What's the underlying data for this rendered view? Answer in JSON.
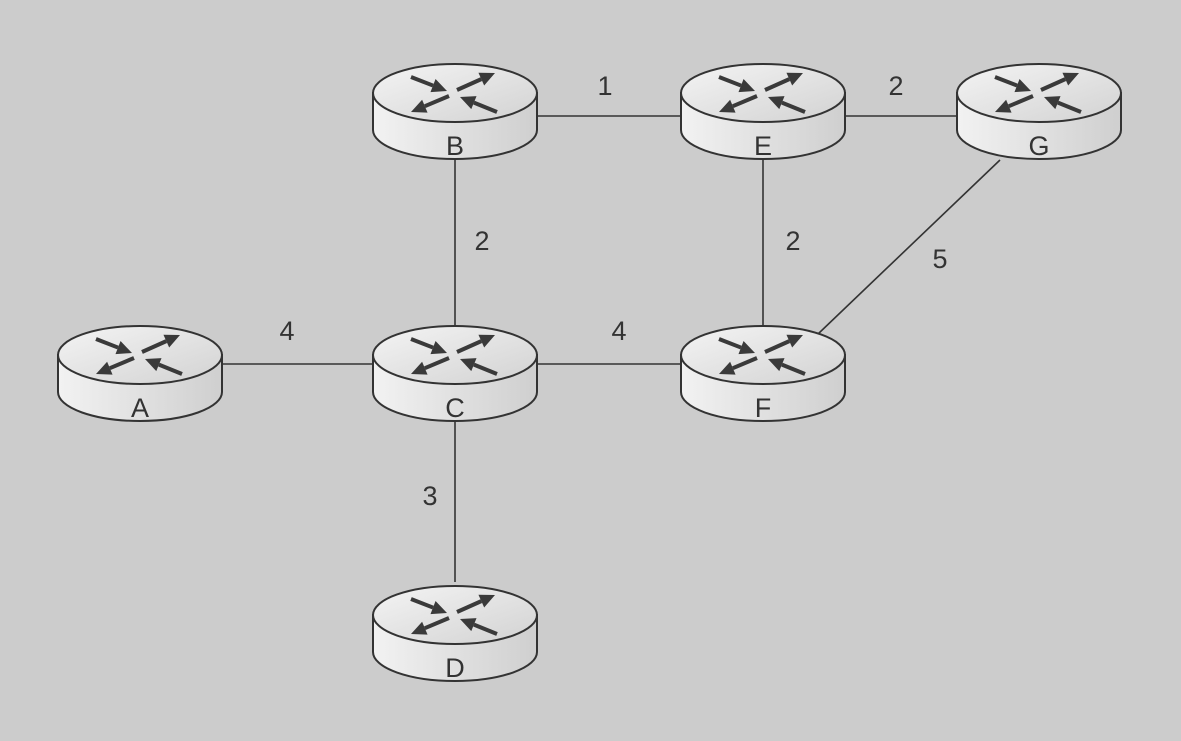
{
  "diagram": {
    "nodes": [
      {
        "id": "A",
        "label": "A"
      },
      {
        "id": "B",
        "label": "B"
      },
      {
        "id": "C",
        "label": "C"
      },
      {
        "id": "D",
        "label": "D"
      },
      {
        "id": "E",
        "label": "E"
      },
      {
        "id": "F",
        "label": "F"
      },
      {
        "id": "G",
        "label": "G"
      }
    ],
    "edges": [
      {
        "from": "B",
        "to": "E",
        "weight": "1"
      },
      {
        "from": "E",
        "to": "G",
        "weight": "2"
      },
      {
        "from": "B",
        "to": "C",
        "weight": "2"
      },
      {
        "from": "E",
        "to": "F",
        "weight": "2"
      },
      {
        "from": "G",
        "to": "F",
        "weight": "5"
      },
      {
        "from": "A",
        "to": "C",
        "weight": "4"
      },
      {
        "from": "C",
        "to": "F",
        "weight": "4"
      },
      {
        "from": "C",
        "to": "D",
        "weight": "3"
      }
    ],
    "colors": {
      "background": "#cccccc",
      "stroke": "#333333",
      "arrow": "#3a3a3a"
    }
  }
}
